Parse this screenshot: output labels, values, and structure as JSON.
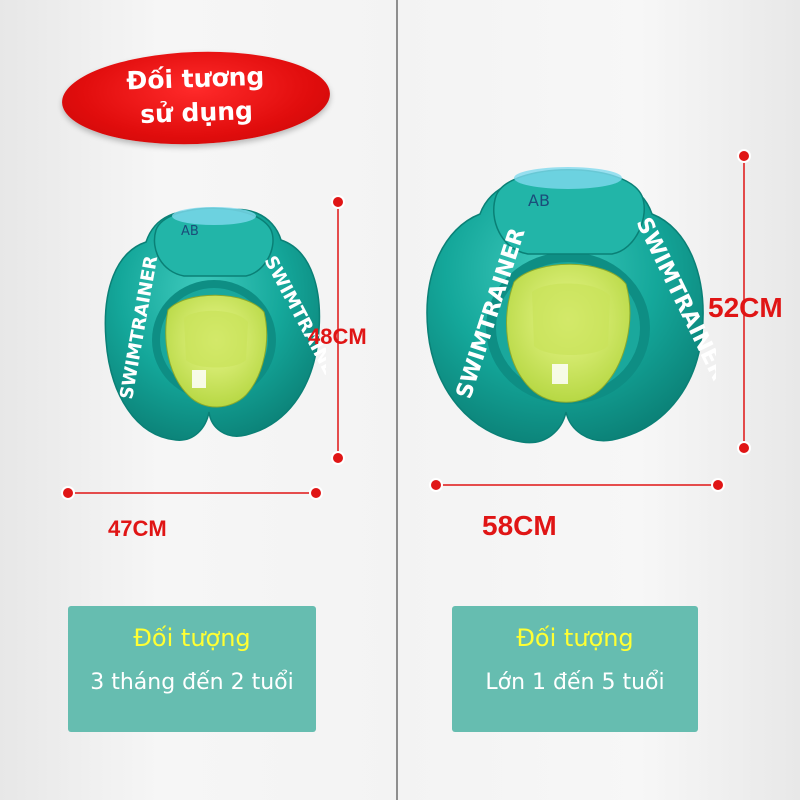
{
  "badge": {
    "line1": "Đối tương",
    "line2": "sử dụng"
  },
  "float_text": "SWIMTRAINER",
  "colors": {
    "badge_red": "#e10d0d",
    "dimension_red": "#e01515",
    "float_teal": "#16a99c",
    "box_teal": "#66bdb0",
    "box_title_yellow": "#ffff33"
  },
  "small": {
    "height_label": "48CM",
    "width_label": "47CM",
    "title": "Đối tượng",
    "subtitle": "3 tháng đến 2 tuổi"
  },
  "large": {
    "height_label": "52CM",
    "width_label": "58CM",
    "title": "Đối tượng",
    "subtitle": "Lớn 1 đến 5 tuổi"
  }
}
